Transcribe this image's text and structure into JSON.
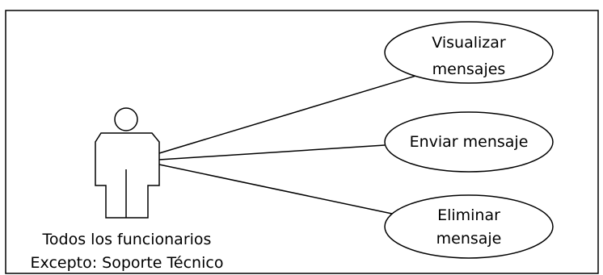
{
  "actor": {
    "label_line1": "Todos los funcionarios",
    "label_line2": "Excepto: Soporte Técnico"
  },
  "use_cases": [
    {
      "line1": "Visualizar",
      "line2": "mensajes"
    },
    {
      "line1": "Enviar mensaje",
      "line2": ""
    },
    {
      "line1": "Eliminar",
      "line2": "mensaje"
    }
  ]
}
